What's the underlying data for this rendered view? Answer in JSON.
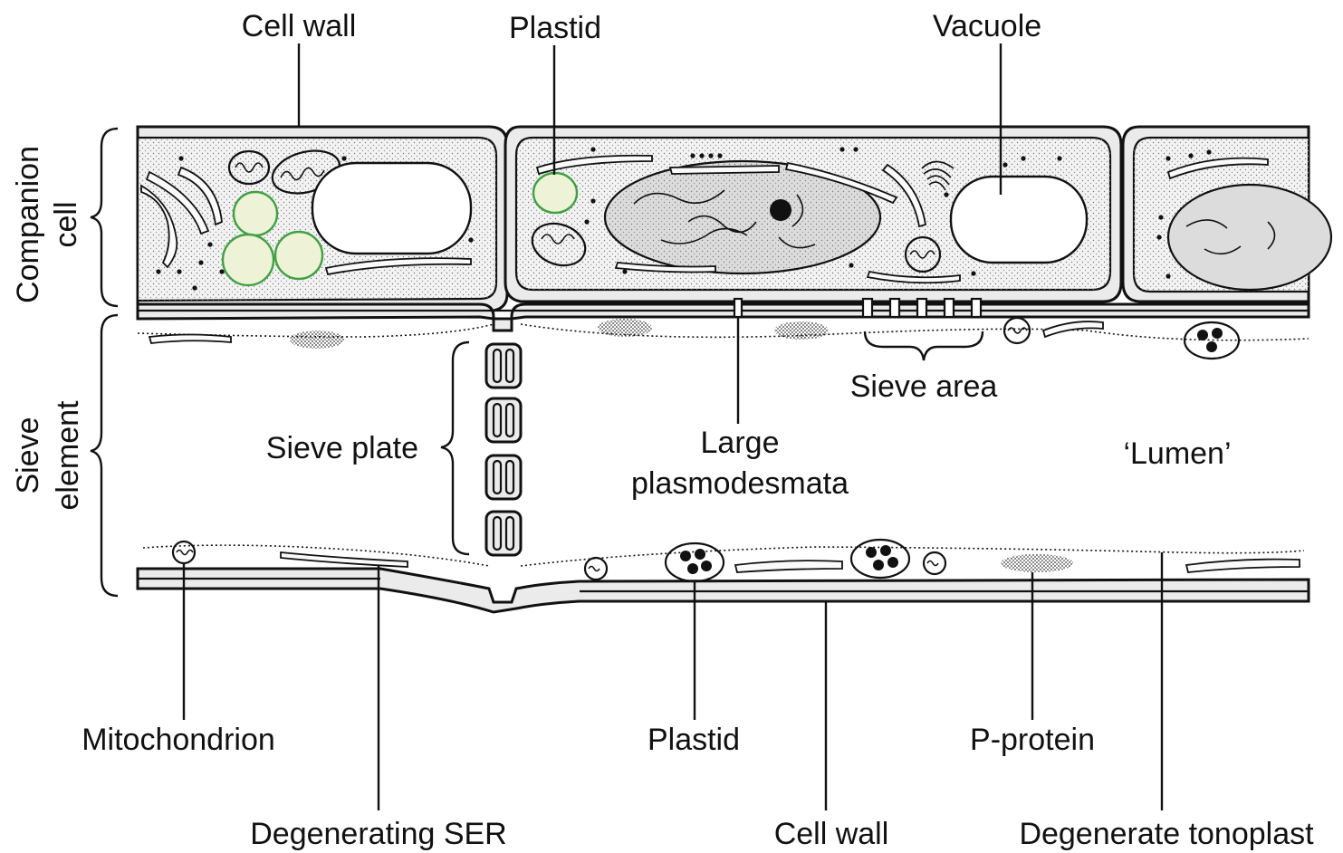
{
  "labels": {
    "cell_wall_top": "Cell wall",
    "plastid_top": "Plastid",
    "vacuole": "Vacuole",
    "companion_cell_line1": "Companion",
    "companion_cell_line2": "cell",
    "sieve_element_line1": "Sieve",
    "sieve_element_line2": "element",
    "sieve_plate": "Sieve plate",
    "sieve_area": "Sieve area",
    "large_plasmodesmata_line1": "Large",
    "large_plasmodesmata_line2": "plasmodesmata",
    "lumen": "‘Lumen’",
    "mitochondrion": "Mitochondrion",
    "plastid_bottom": "Plastid",
    "p_protein": "P-protein",
    "degenerating_ser": "Degenerating SER",
    "cell_wall_bottom": "Cell wall",
    "degenerate_tonoplast": "Degenerate tonoplast"
  },
  "colors": {
    "outline": "#111111",
    "wall_fill": "#ebebeb",
    "cytoplasm_fill": "#f3f3f3",
    "plastid_green": "#3fa142"
  }
}
